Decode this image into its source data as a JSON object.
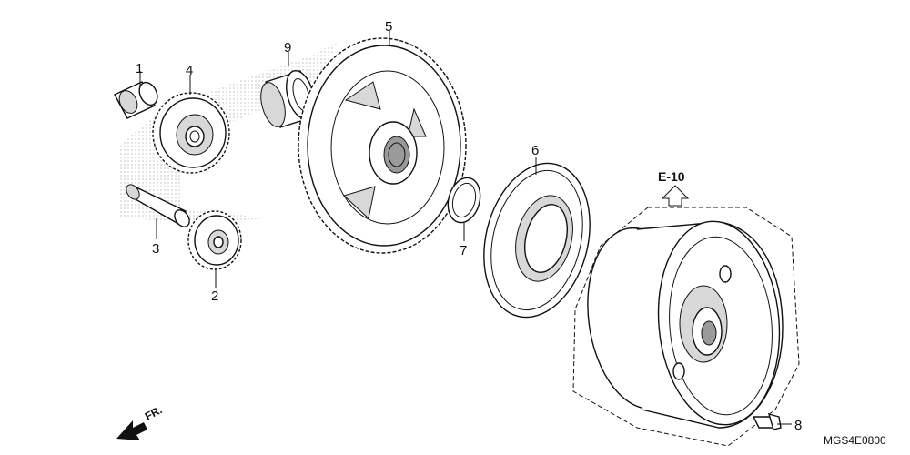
{
  "diagram": {
    "callouts": [
      {
        "id": "1",
        "text": "1"
      },
      {
        "id": "2",
        "text": "2"
      },
      {
        "id": "3",
        "text": "3"
      },
      {
        "id": "4",
        "text": "4"
      },
      {
        "id": "5",
        "text": "5"
      },
      {
        "id": "6",
        "text": "6"
      },
      {
        "id": "7",
        "text": "7"
      },
      {
        "id": "8",
        "text": "8"
      },
      {
        "id": "9",
        "text": "9"
      }
    ],
    "reference_label": "E-10",
    "front_label": "FR.",
    "diagram_code": "MGS4E0800"
  }
}
